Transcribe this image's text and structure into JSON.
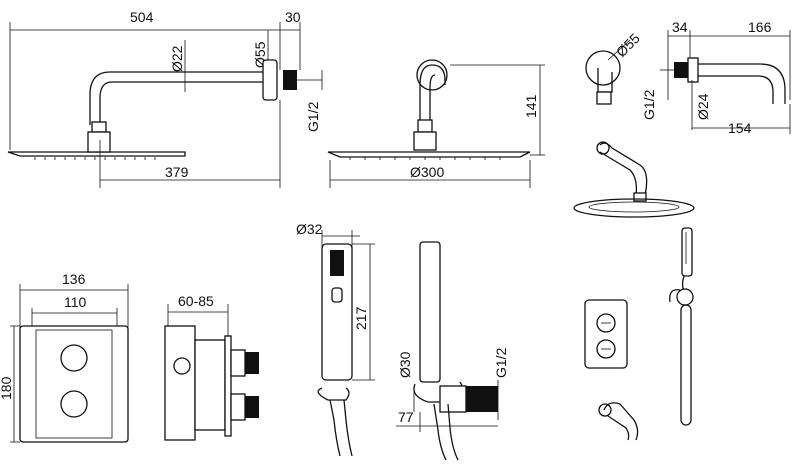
{
  "diagram": {
    "shower_arm_side": {
      "dims": {
        "arm_length": "504",
        "wall_flange": "30",
        "arm_diameter": "Ø22",
        "flange_diameter": "Ø55",
        "thread": "G1/2",
        "head_offset": "379"
      }
    },
    "shower_head_front": {
      "dims": {
        "height": "141",
        "head_diameter": "Ø300"
      }
    },
    "spout": {
      "dims": {
        "flange_diameter": "Ø55",
        "flange_depth": "34",
        "length_total": "166",
        "thread": "G1/2",
        "pipe_diameter": "Ø24",
        "reach": "154"
      }
    },
    "valve_plate": {
      "dims": {
        "outer_width": "136",
        "inner_width": "110",
        "height": "180"
      }
    },
    "valve_body": {
      "dims": {
        "depth_range": "60-85"
      }
    },
    "hand_shower": {
      "dims": {
        "head_diameter": "Ø32",
        "length": "217"
      }
    },
    "hose_bracket": {
      "dims": {
        "pipe_diameter": "Ø30",
        "thread": "G1/2",
        "offset": "77"
      }
    }
  },
  "colors": {
    "line": "#111111",
    "background": "#ffffff"
  }
}
